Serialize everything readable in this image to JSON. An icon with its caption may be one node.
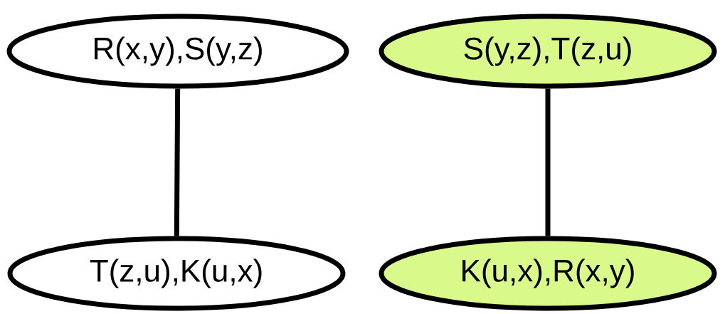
{
  "diagram": {
    "nodes": [
      {
        "text": [
          "R(x,y),S(y,z)"
        ]
      },
      {
        "text": [
          "T(z,u),K(u,x)"
        ]
      },
      {
        "text": [
          "S(y,z),T(z,u)"
        ]
      },
      {
        "text": [
          "K(u,x),R(x,y)"
        ]
      }
    ],
    "edges": [
      {
        "from": 0,
        "to": 1,
        "arrow": "none"
      },
      {
        "from": 2,
        "to": 3,
        "arrow": "none"
      }
    ]
  }
}
